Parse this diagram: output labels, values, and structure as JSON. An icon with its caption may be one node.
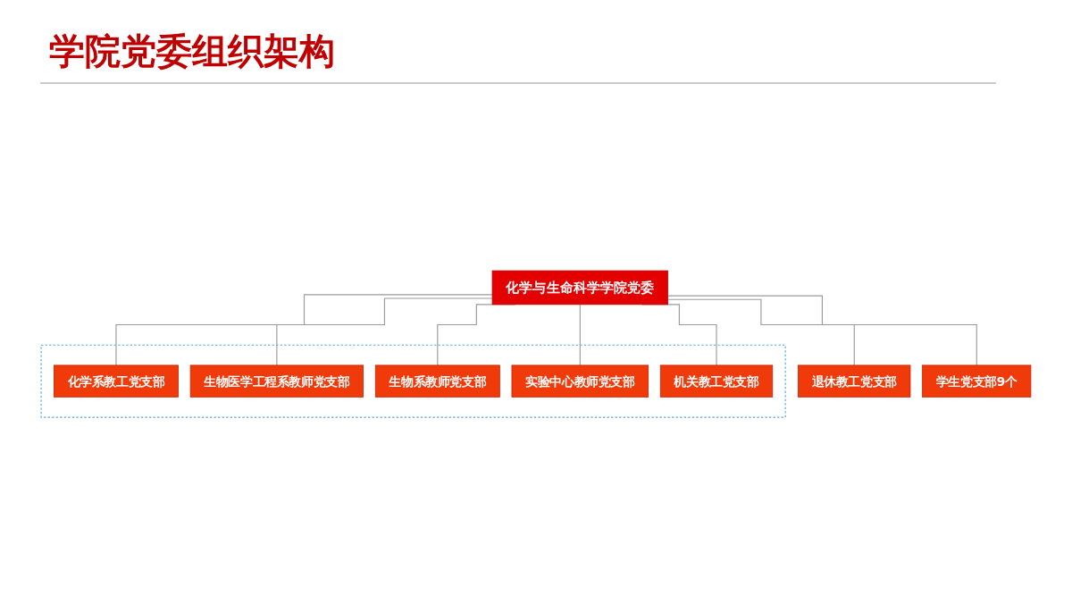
{
  "diagram": {
    "title": "学院党委组织架构",
    "nodes": [
      {
        "text": [
          "化学与生命科学学院党委"
        ]
      },
      {
        "text": [],
        "shape": "box"
      },
      {
        "text": [
          "化学系教工党支部"
        ],
        "in": 1
      },
      {
        "text": [
          "生物医学工程系教师党支部"
        ],
        "in": 1
      },
      {
        "text": [
          "生物系教师党支部"
        ],
        "in": 1
      },
      {
        "text": [
          "实验中心教师党支部"
        ],
        "in": 1
      },
      {
        "text": [
          "机关教工党支部"
        ],
        "in": 1
      },
      {
        "text": [
          "退休教工党支部"
        ]
      },
      {
        "text": [
          "学生党支部9个"
        ]
      }
    ],
    "edges": [
      {
        "from": 0,
        "to": 2,
        "arrow": "none"
      },
      {
        "from": 0,
        "to": 3,
        "arrow": "none"
      },
      {
        "from": 0,
        "to": 4,
        "arrow": "none"
      },
      {
        "from": 0,
        "to": 5,
        "arrow": "none"
      },
      {
        "from": 0,
        "to": 6,
        "arrow": "none"
      },
      {
        "from": 0,
        "to": 7,
        "arrow": "none"
      },
      {
        "from": 0,
        "to": 8,
        "arrow": "none"
      }
    ]
  }
}
